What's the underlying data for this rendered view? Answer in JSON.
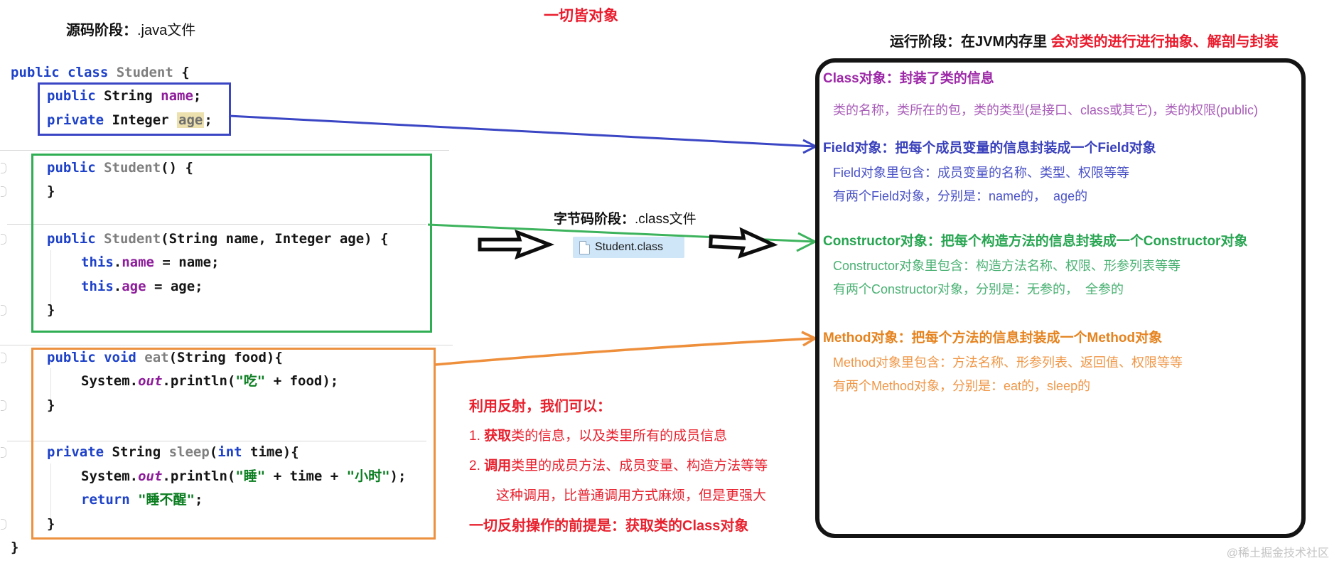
{
  "headers": {
    "source_stage": {
      "bold": "源码阶段：",
      "normal": ".java文件"
    },
    "slogan": "一切皆对象",
    "bytecode_stage": {
      "bold": "字节码阶段：",
      "normal": ".class文件"
    },
    "runtime_stage": {
      "black": "运行阶段：在JVM内存里",
      "red": " 会对类的进行进行抽象、解剖与封装"
    }
  },
  "file_chip": {
    "label": "Student.class",
    "icon": "document-icon"
  },
  "code": {
    "language": "java",
    "lines": [
      {
        "row": 0,
        "indent": 0,
        "tokens": [
          {
            "t": "public class ",
            "s": "kw"
          },
          {
            "t": "Student ",
            "s": "gray"
          },
          {
            "t": "{",
            "s": "plain"
          }
        ]
      },
      {
        "row": 1,
        "indent": 1,
        "tokens": [
          {
            "t": "public ",
            "s": "kw"
          },
          {
            "t": "String ",
            "s": "plain"
          },
          {
            "t": "name",
            "s": "fld"
          },
          {
            "t": ";",
            "s": "plain"
          }
        ]
      },
      {
        "row": 2,
        "indent": 1,
        "tokens": [
          {
            "t": "private ",
            "s": "kw"
          },
          {
            "t": "Integer ",
            "s": "plain"
          },
          {
            "t": "age",
            "s": "hl"
          },
          {
            "t": ";",
            "s": "plain"
          }
        ]
      },
      {
        "row": 4,
        "indent": 1,
        "tokens": [
          {
            "t": "public ",
            "s": "kw"
          },
          {
            "t": "Student",
            "s": "gray"
          },
          {
            "t": "() {",
            "s": "plain"
          }
        ]
      },
      {
        "row": 5,
        "indent": 1,
        "tokens": [
          {
            "t": "}",
            "s": "plain"
          }
        ]
      },
      {
        "row": 7,
        "indent": 1,
        "tokens": [
          {
            "t": "public ",
            "s": "kw"
          },
          {
            "t": "Student",
            "s": "gray"
          },
          {
            "t": "(String name, Integer age) {",
            "s": "plain"
          }
        ]
      },
      {
        "row": 8,
        "indent": 2,
        "tokens": [
          {
            "t": "this",
            "s": "kw"
          },
          {
            "t": ".",
            "s": "plain"
          },
          {
            "t": "name",
            "s": "fld"
          },
          {
            "t": " = name;",
            "s": "plain"
          }
        ]
      },
      {
        "row": 9,
        "indent": 2,
        "tokens": [
          {
            "t": "this",
            "s": "kw"
          },
          {
            "t": ".",
            "s": "plain"
          },
          {
            "t": "age",
            "s": "fld"
          },
          {
            "t": " = age;",
            "s": "plain"
          }
        ]
      },
      {
        "row": 10,
        "indent": 1,
        "tokens": [
          {
            "t": "}",
            "s": "plain"
          }
        ]
      },
      {
        "row": 12,
        "indent": 1,
        "tokens": [
          {
            "t": "public void ",
            "s": "kw"
          },
          {
            "t": "eat",
            "s": "gray"
          },
          {
            "t": "(String food){",
            "s": "plain"
          }
        ]
      },
      {
        "row": 13,
        "indent": 2,
        "tokens": [
          {
            "t": "System.",
            "s": "plain"
          },
          {
            "t": "out",
            "s": "out"
          },
          {
            "t": ".println(",
            "s": "plain"
          },
          {
            "t": "\"吃\"",
            "s": "str"
          },
          {
            "t": " + food);",
            "s": "plain"
          }
        ]
      },
      {
        "row": 14,
        "indent": 1,
        "tokens": [
          {
            "t": "}",
            "s": "plain"
          }
        ]
      },
      {
        "row": 16,
        "indent": 1,
        "tokens": [
          {
            "t": "private ",
            "s": "kw"
          },
          {
            "t": "String ",
            "s": "plain"
          },
          {
            "t": "sleep",
            "s": "gray"
          },
          {
            "t": "(",
            "s": "plain"
          },
          {
            "t": "int",
            "s": "kw"
          },
          {
            "t": " time){",
            "s": "plain"
          }
        ]
      },
      {
        "row": 17,
        "indent": 2,
        "tokens": [
          {
            "t": "System.",
            "s": "plain"
          },
          {
            "t": "out",
            "s": "out"
          },
          {
            "t": ".println(",
            "s": "plain"
          },
          {
            "t": "\"睡\"",
            "s": "str"
          },
          {
            "t": " + time + ",
            "s": "plain"
          },
          {
            "t": "\"小时\"",
            "s": "str"
          },
          {
            "t": ");",
            "s": "plain"
          }
        ]
      },
      {
        "row": 18,
        "indent": 2,
        "tokens": [
          {
            "t": "return ",
            "s": "kw"
          },
          {
            "t": "\"睡不醒\"",
            "s": "str"
          },
          {
            "t": ";",
            "s": "plain"
          }
        ]
      },
      {
        "row": 19,
        "indent": 1,
        "tokens": [
          {
            "t": "}",
            "s": "plain"
          }
        ]
      },
      {
        "row": 20,
        "indent": 0,
        "tokens": [
          {
            "t": "}",
            "s": "plain"
          }
        ]
      }
    ]
  },
  "runtime_box": {
    "sections": [
      {
        "id": "class",
        "heading": "Class对象：封装了类的信息",
        "lines": [
          "类的名称，类所在的包，类的类型(是接口、class或其它)，类的权限(public)"
        ]
      },
      {
        "id": "field",
        "heading": "Field对象：把每个成员变量的信息封装成一个Field对象",
        "lines": [
          "Field对象里包含：成员变量的名称、类型、权限等等",
          "有两个Field对象，分别是：name的，  age的"
        ]
      },
      {
        "id": "constructor",
        "heading": "Constructor对象：把每个构造方法的信息封装成一个Constructor对象",
        "lines": [
          "Constructor对象里包含：构造方法名称、权限、形参列表等等",
          "有两个Constructor对象，分别是：无参的，  全参的"
        ]
      },
      {
        "id": "method",
        "heading": "Method对象：把每个方法的信息封装成一个Method对象",
        "lines": [
          "Method对象里包含：方法名称、形参列表、返回值、权限等等",
          "有两个Method对象，分别是：eat的，sleep的"
        ]
      }
    ]
  },
  "reflection": {
    "title": "利用反射，我们可以：",
    "items": [
      {
        "prefix": "1. ",
        "bold": "获取",
        "rest": "类的信息，以及类里所有的成员信息",
        "indent": false
      },
      {
        "prefix": "2. ",
        "bold": "调用",
        "rest": "类里的成员方法、成员变量、构造方法等等",
        "indent": false
      },
      {
        "prefix": "",
        "bold": "",
        "rest": "这种调用，比普通调用方式麻烦，但是更强大",
        "indent": true
      }
    ],
    "footer": "一切反射操作的前提是：获取类的Class对象"
  },
  "watermark": "@稀土掘金技术社区",
  "colors": {
    "red_accent": "#ea1b2d",
    "field_group_blue": "#3a46c4",
    "constructor_group_green": "#2fae53",
    "method_group_orange": "#ec913f",
    "class_purple": "#9d28a8",
    "keyword_blue": "#1d41c8",
    "string_green": "#0a7d20",
    "member_purple": "#8e1d9b",
    "identifier_gray": "#7f7f7f",
    "highlight_bg": "#ece1ae",
    "chip_bg": "#cfe6f8",
    "box_border_black": "#141414"
  }
}
